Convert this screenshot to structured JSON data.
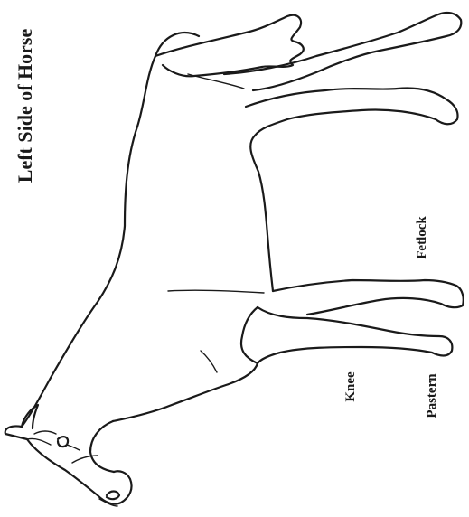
{
  "title": "Left Side of Horse",
  "labels": {
    "knee": "Knee",
    "fetlock": "Fetlock",
    "pastern": "Pastern"
  },
  "colors": {
    "line": "#1a1a1a",
    "background": "#ffffff"
  }
}
